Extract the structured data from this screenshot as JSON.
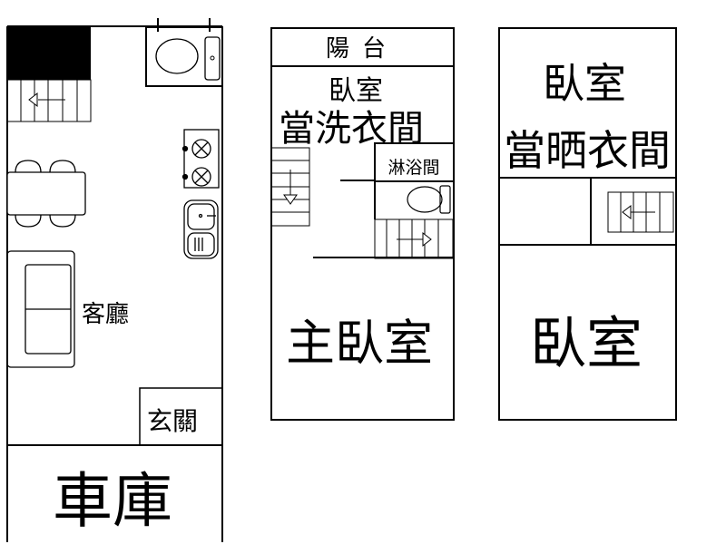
{
  "floor1": {
    "living_room": "客廳",
    "entrance": "玄關",
    "garage": "車庫"
  },
  "floor2": {
    "balcony": "陽台",
    "bedroom_laundry_line1": "臥室",
    "bedroom_laundry_line2": "當洗衣間",
    "shower_room": "淋浴間",
    "master_bedroom": "主臥室"
  },
  "floor3": {
    "bedroom_drying_line1": "臥室",
    "bedroom_drying_line2": "當晒衣間",
    "bedroom": "臥室"
  }
}
